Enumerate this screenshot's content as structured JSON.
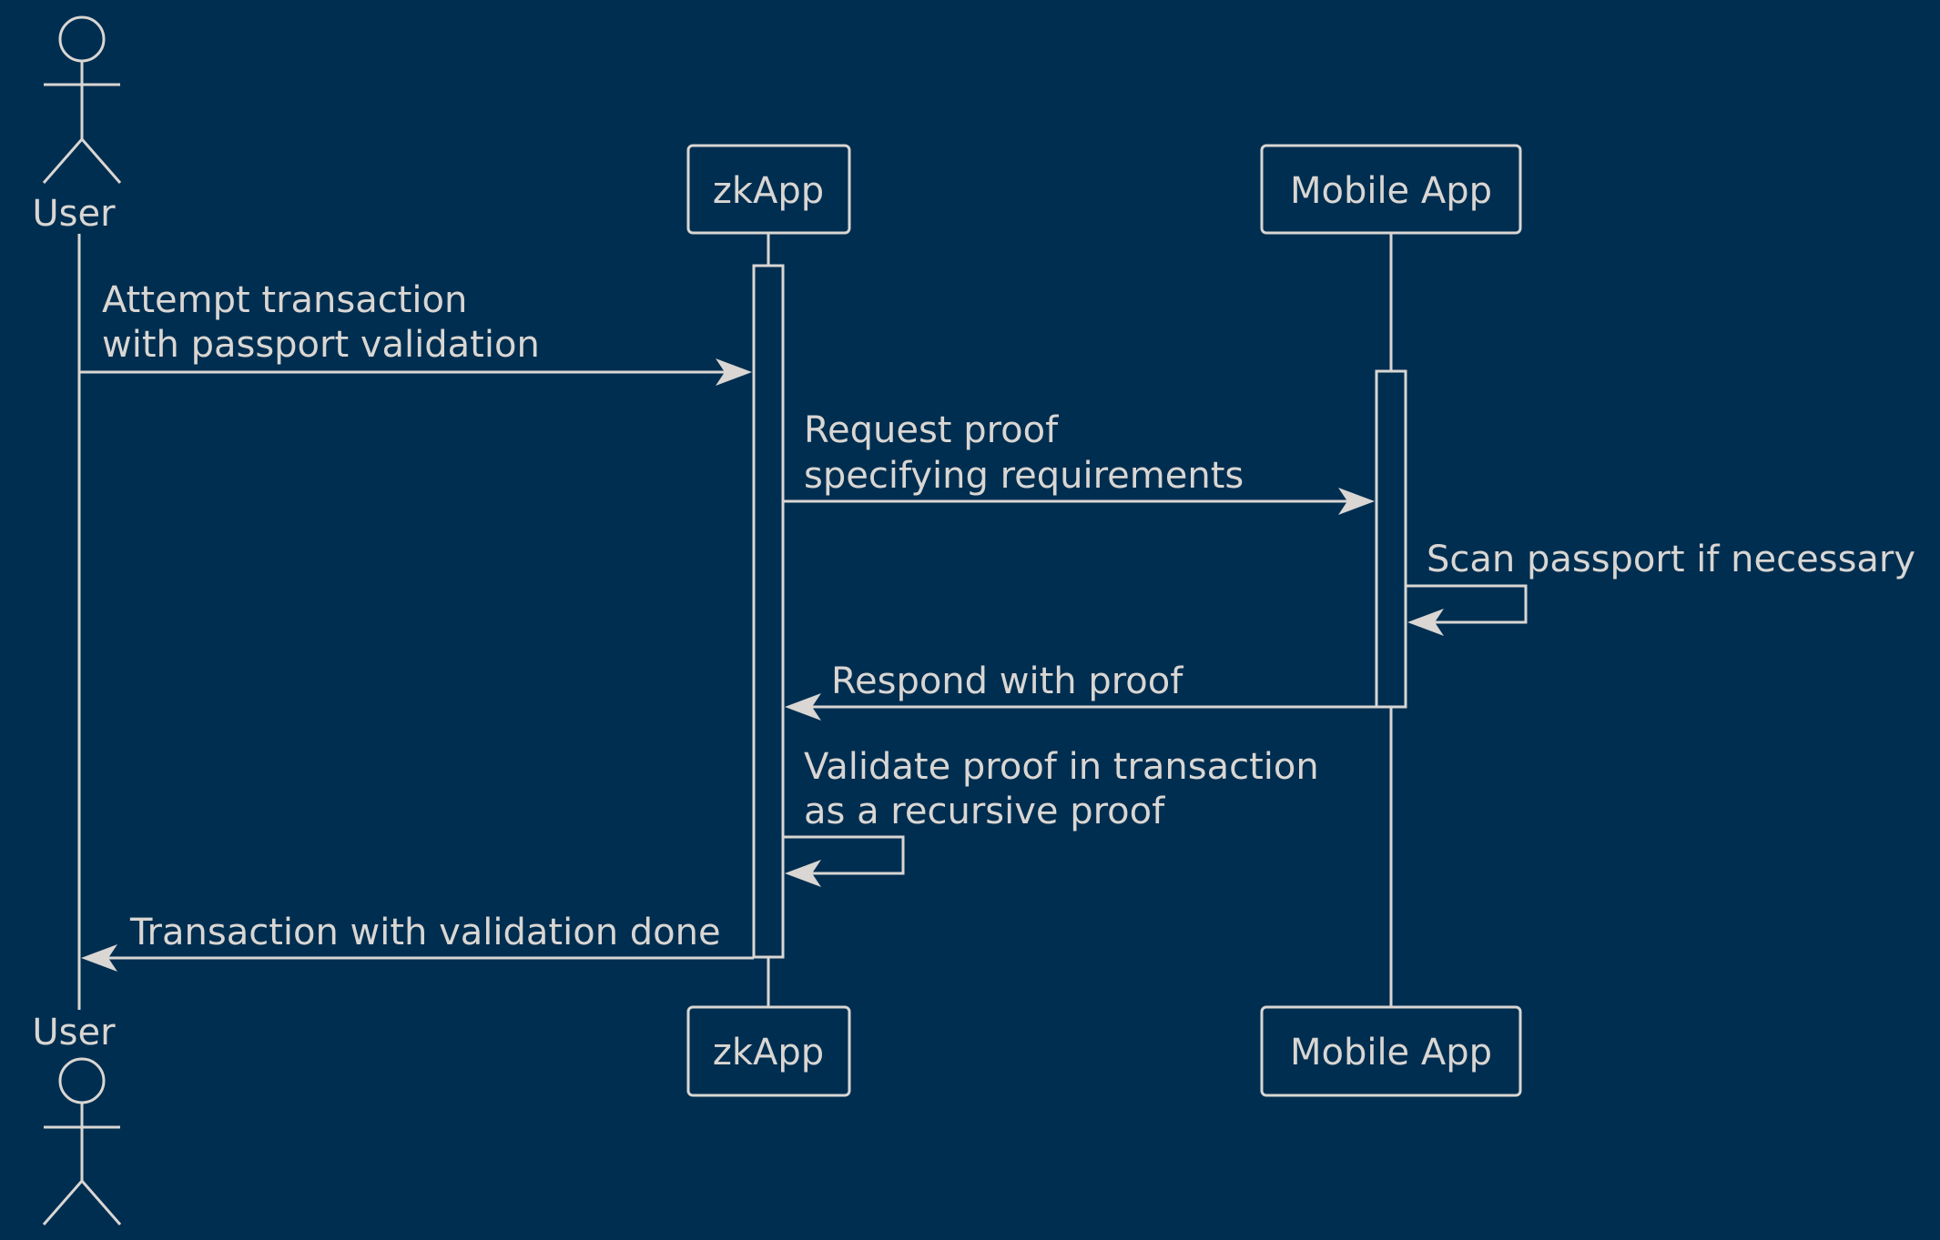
{
  "participants": {
    "user": {
      "label": "User",
      "kind": "actor"
    },
    "zkapp": {
      "label": "zkApp",
      "kind": "participant"
    },
    "mobile": {
      "label": "Mobile App",
      "kind": "participant"
    }
  },
  "messages": [
    {
      "from": "User",
      "to": "zkApp",
      "lines": [
        "Attempt transaction",
        "with passport validation"
      ]
    },
    {
      "from": "zkApp",
      "to": "Mobile App",
      "lines": [
        "Request proof",
        "specifying requirements"
      ]
    },
    {
      "from": "Mobile App",
      "to": "Mobile App",
      "lines": [
        "Scan passport if necessary"
      ]
    },
    {
      "from": "Mobile App",
      "to": "zkApp",
      "lines": [
        "Respond with proof"
      ]
    },
    {
      "from": "zkApp",
      "to": "zkApp",
      "lines": [
        "Validate proof in transaction",
        "as a recursive proof"
      ]
    },
    {
      "from": "zkApp",
      "to": "User",
      "lines": [
        "Transaction with validation done"
      ]
    }
  ],
  "colors": {
    "background": "#002e50",
    "foreground": "#d9d6d3"
  }
}
